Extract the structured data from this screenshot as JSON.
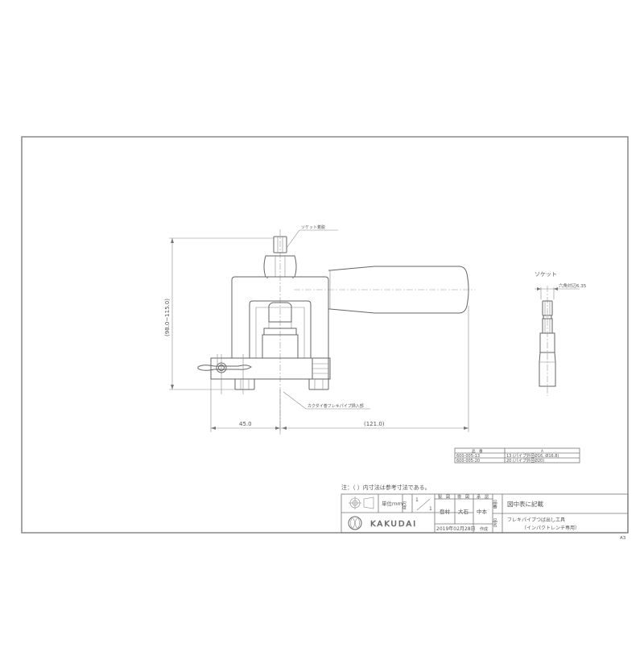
{
  "drawing": {
    "sheet_size": "A3",
    "note": "注：（ ）内寸法は参考寸法である。",
    "labels": {
      "socket_fitting": "ソケット着脱",
      "pipe_insert": "カクダイ巻フレキパイプ挿入部",
      "socket_title": "ソケット",
      "socket_hex": "六角対辺6.35"
    },
    "dimensions": {
      "height": "(98.0~115.0)",
      "left_width": "45.0",
      "right_width": "(121.0)"
    }
  },
  "parts_table": {
    "headers": [
      "品　番",
      "A"
    ],
    "rows": [
      [
        "600-005-13",
        "13 (パイプ外径Ø16, Ø16.8)"
      ],
      [
        "600-005-20",
        "20 (パイプ外径Ø20)"
      ]
    ]
  },
  "title_block": {
    "unit": "単位ｍｍ",
    "scale_label": "尺度",
    "scale_num": "1",
    "scale_den": "1",
    "drawn_label": "製　図",
    "checked_label": "検　図",
    "approved_label": "承　認",
    "drawn_by": "登村",
    "checked_by": "大石",
    "approved_by": "中本",
    "date": "2019年02月28日",
    "created": "作成",
    "part_no_label": "品番",
    "part_no_value": "図中表に記載",
    "part_name_label": "品名",
    "part_name_line1": "フレキパイプつば出し工具",
    "part_name_line2": "（インパクトレンチ専用）",
    "brand": "KAKUDAI"
  }
}
